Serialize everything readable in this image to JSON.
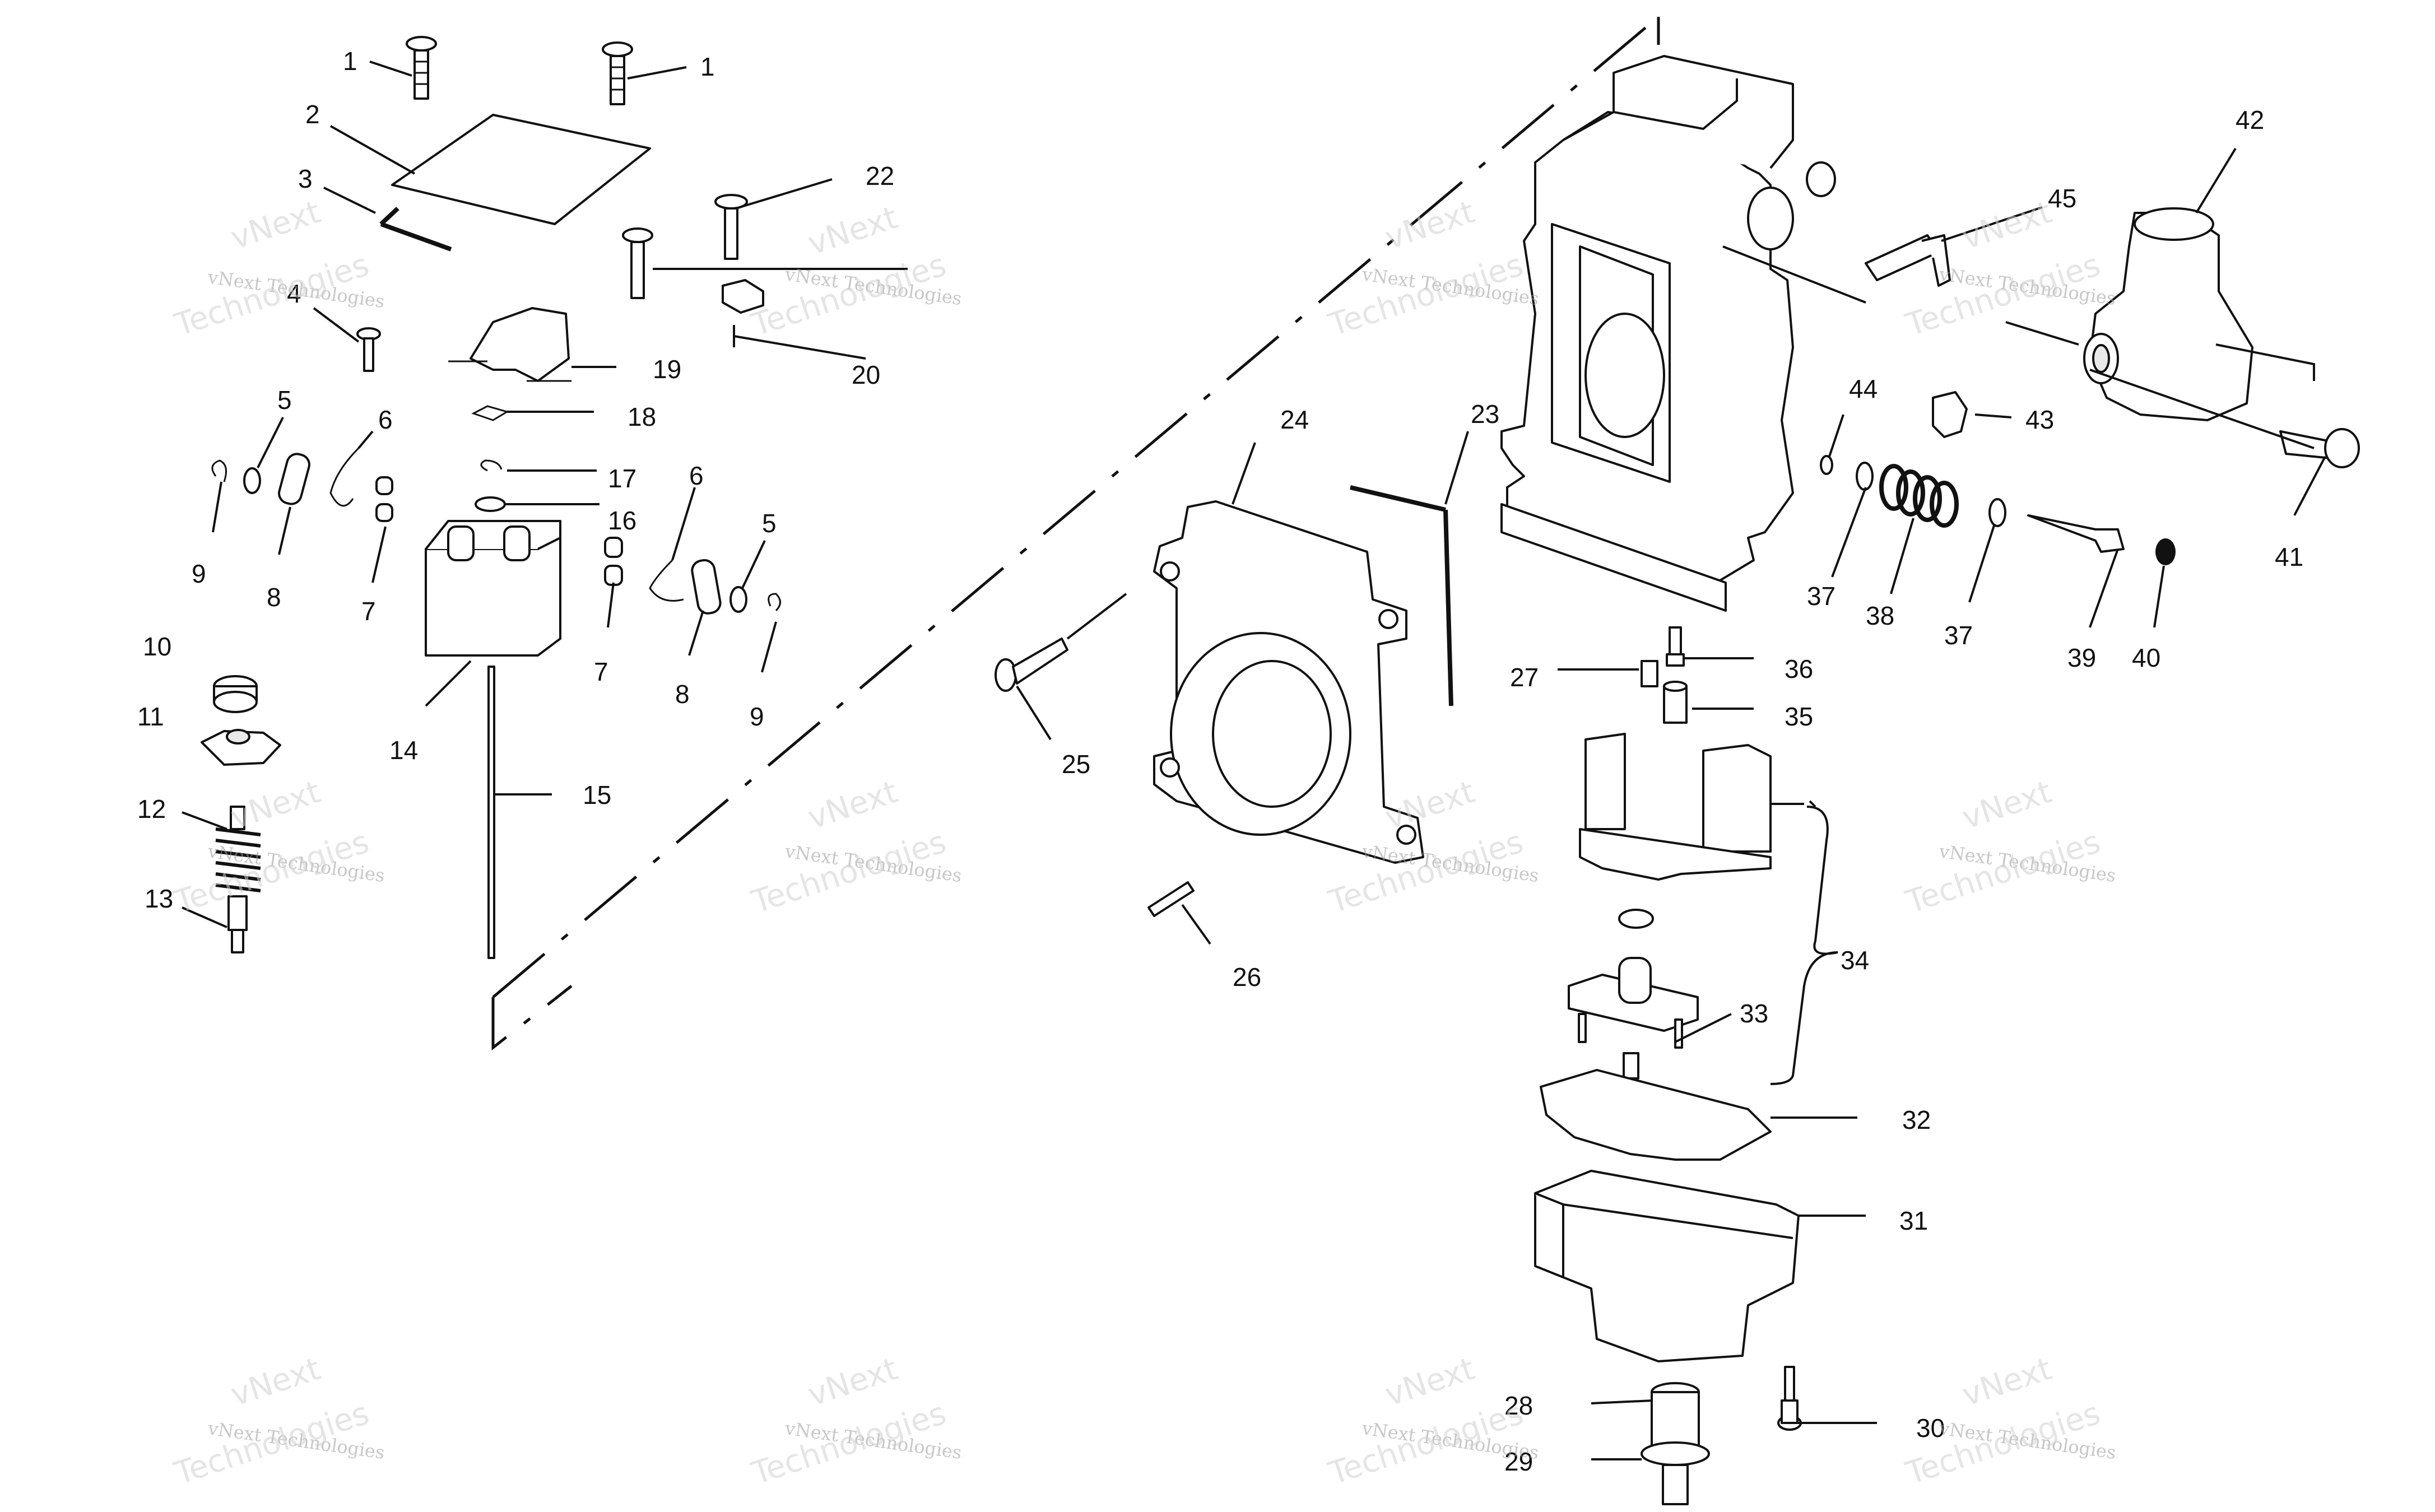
{
  "callouts": [
    "1",
    "1",
    "2",
    "3",
    "22",
    "4",
    "20",
    "19",
    "18",
    "5",
    "6",
    "9",
    "8",
    "7",
    "17",
    "16",
    "6",
    "5",
    "7",
    "8",
    "9",
    "10",
    "11",
    "14",
    "15",
    "12",
    "13",
    "24",
    "23",
    "25",
    "26",
    "27",
    "36",
    "35",
    "34",
    "33",
    "32",
    "31",
    "28",
    "29",
    "30",
    "44",
    "43",
    "45",
    "42",
    "41",
    "37",
    "38",
    "37",
    "39",
    "40"
  ],
  "watermark": {
    "company": "vNext Technologies",
    "top": "vNext",
    "bottom": "Technologies"
  }
}
